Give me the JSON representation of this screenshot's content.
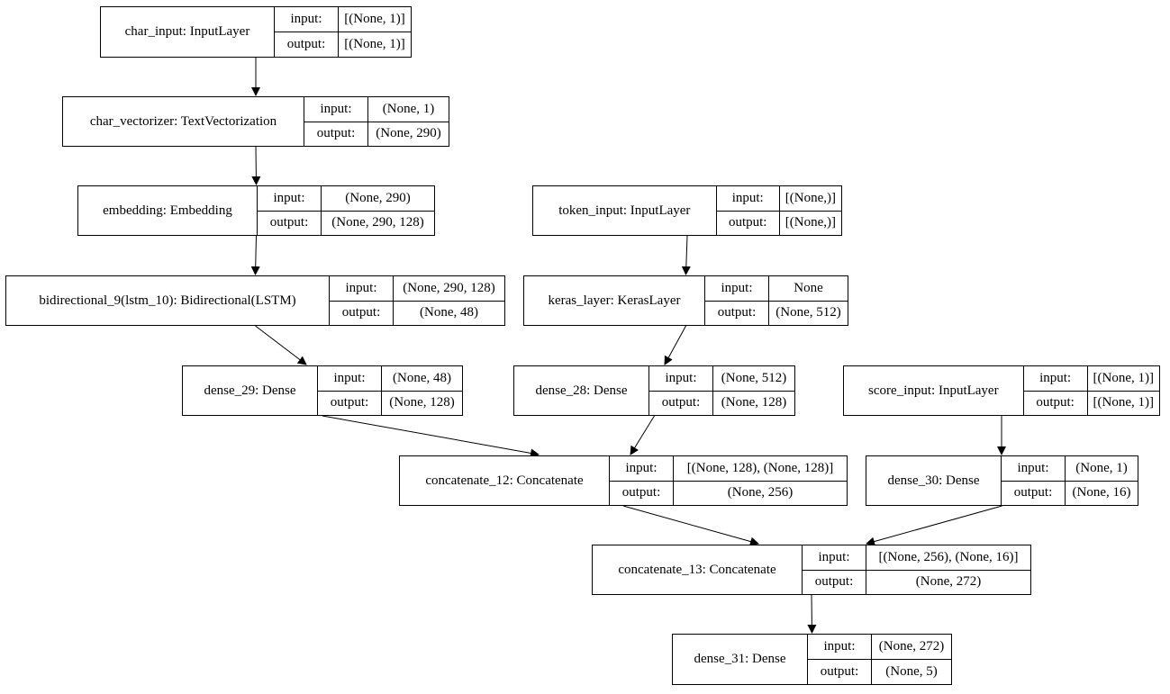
{
  "labels": {
    "input": "input:",
    "output": "output:"
  },
  "nodes": [
    {
      "id": "char_input",
      "name": "char_input: InputLayer",
      "input": "[(None, 1)]",
      "output": "[(None, 1)]"
    },
    {
      "id": "char_vectorizer",
      "name": "char_vectorizer: TextVectorization",
      "input": "(None, 1)",
      "output": "(None, 290)"
    },
    {
      "id": "embedding",
      "name": "embedding: Embedding",
      "input": "(None, 290)",
      "output": "(None, 290, 128)"
    },
    {
      "id": "token_input",
      "name": "token_input: InputLayer",
      "input": "[(None,)]",
      "output": "[(None,)]"
    },
    {
      "id": "bidirectional_9",
      "name": "bidirectional_9(lstm_10): Bidirectional(LSTM)",
      "input": "(None, 290, 128)",
      "output": "(None, 48)"
    },
    {
      "id": "keras_layer",
      "name": "keras_layer: KerasLayer",
      "input": "None",
      "output": "(None, 512)"
    },
    {
      "id": "dense_29",
      "name": "dense_29: Dense",
      "input": "(None, 48)",
      "output": "(None, 128)"
    },
    {
      "id": "dense_28",
      "name": "dense_28: Dense",
      "input": "(None, 512)",
      "output": "(None, 128)"
    },
    {
      "id": "score_input",
      "name": "score_input: InputLayer",
      "input": "[(None, 1)]",
      "output": "[(None, 1)]"
    },
    {
      "id": "concatenate_12",
      "name": "concatenate_12: Concatenate",
      "input": "[(None, 128), (None, 128)]",
      "output": "(None, 256)"
    },
    {
      "id": "dense_30",
      "name": "dense_30: Dense",
      "input": "(None, 1)",
      "output": "(None, 16)"
    },
    {
      "id": "concatenate_13",
      "name": "concatenate_13: Concatenate",
      "input": "[(None, 256), (None, 16)]",
      "output": "(None, 272)"
    },
    {
      "id": "dense_31",
      "name": "dense_31: Dense",
      "input": "(None, 272)",
      "output": "(None, 5)"
    }
  ],
  "edges": [
    [
      "char_input",
      "char_vectorizer"
    ],
    [
      "char_vectorizer",
      "embedding"
    ],
    [
      "embedding",
      "bidirectional_9"
    ],
    [
      "bidirectional_9",
      "dense_29"
    ],
    [
      "token_input",
      "keras_layer"
    ],
    [
      "keras_layer",
      "dense_28"
    ],
    [
      "dense_29",
      "concatenate_12"
    ],
    [
      "dense_28",
      "concatenate_12"
    ],
    [
      "score_input",
      "dense_30"
    ],
    [
      "concatenate_12",
      "concatenate_13"
    ],
    [
      "dense_30",
      "concatenate_13"
    ],
    [
      "concatenate_13",
      "dense_31"
    ]
  ]
}
